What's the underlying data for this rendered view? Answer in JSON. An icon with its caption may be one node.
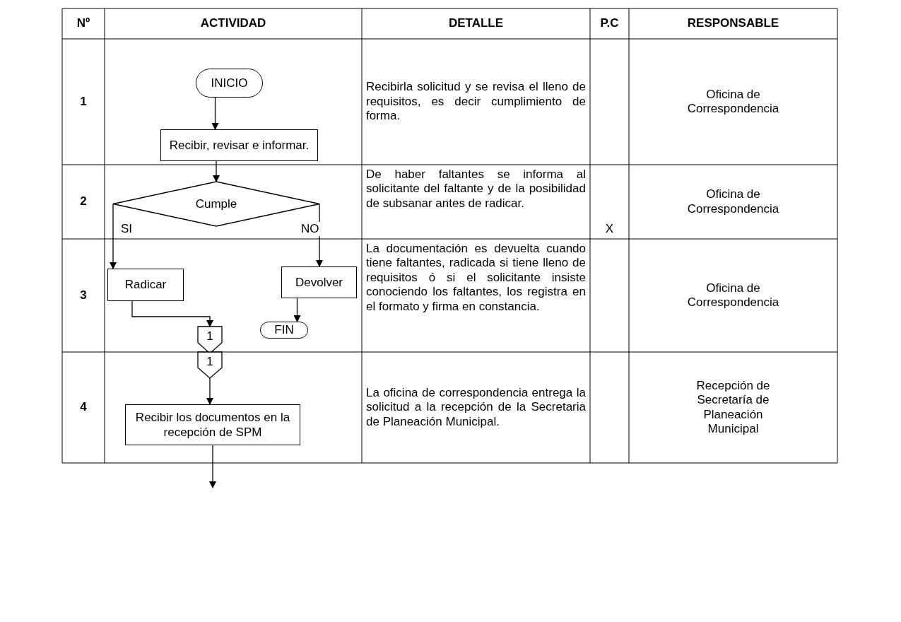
{
  "diagram": {
    "nodes": [
      {
        "text": [
          "INICIO"
        ]
      },
      {
        "text": [
          "Recibir, revisar e informar."
        ]
      },
      {
        "text": [
          "Cumple"
        ]
      },
      {
        "text": [
          "Radicar"
        ]
      },
      {
        "text": [
          "Devolver"
        ]
      },
      {
        "text": [
          "FIN"
        ]
      },
      {
        "text": [
          "1"
        ]
      },
      {
        "text": [
          "1"
        ]
      },
      {
        "text": [
          "Recibir los documentos en la recepción de SPM"
        ]
      }
    ],
    "edges": [
      {
        "from": 0,
        "to": 1,
        "arrow": "to"
      },
      {
        "from": 1,
        "to": 2,
        "arrow": "to"
      },
      {
        "from": 2,
        "to": 3,
        "label": "SI",
        "arrow": "to"
      },
      {
        "from": 2,
        "to": 4,
        "label": "NO",
        "arrow": "to"
      },
      {
        "from": 3,
        "to": 6,
        "arrow": "to"
      },
      {
        "from": 4,
        "to": 5,
        "arrow": "to"
      },
      {
        "from": 7,
        "to": 8,
        "arrow": "to"
      },
      {
        "from": 8,
        "to": null,
        "arrow": "to"
      }
    ],
    "labels": [
      "Nº",
      "ACTIVIDAD",
      "DETALLE",
      "P.C",
      "RESPONSABLE",
      "1",
      "Recibirla solicitud y se revisa el lleno de requisitos, es decir cumplimiento de forma.",
      "Oficina de Correspondencia",
      "2",
      "De haber faltantes se informa al solicitante del faltante y de la posibilidad de subsanar antes de radicar.",
      "X",
      "Oficina de Correspondencia",
      "3",
      "La documentación es devuelta cuando tiene faltantes, radicada si tiene lleno de requisitos ó si el solicitante insiste conociendo los faltantes, los registra en el formato y firma en constancia.",
      "Oficina de Correspondencia",
      "4",
      "La oficina de correspondencia entrega la solicitud a la recepción de la Secretaria de Planeación Municipal.",
      "Recepción de Secretaría de Planeación Municipal"
    ]
  }
}
